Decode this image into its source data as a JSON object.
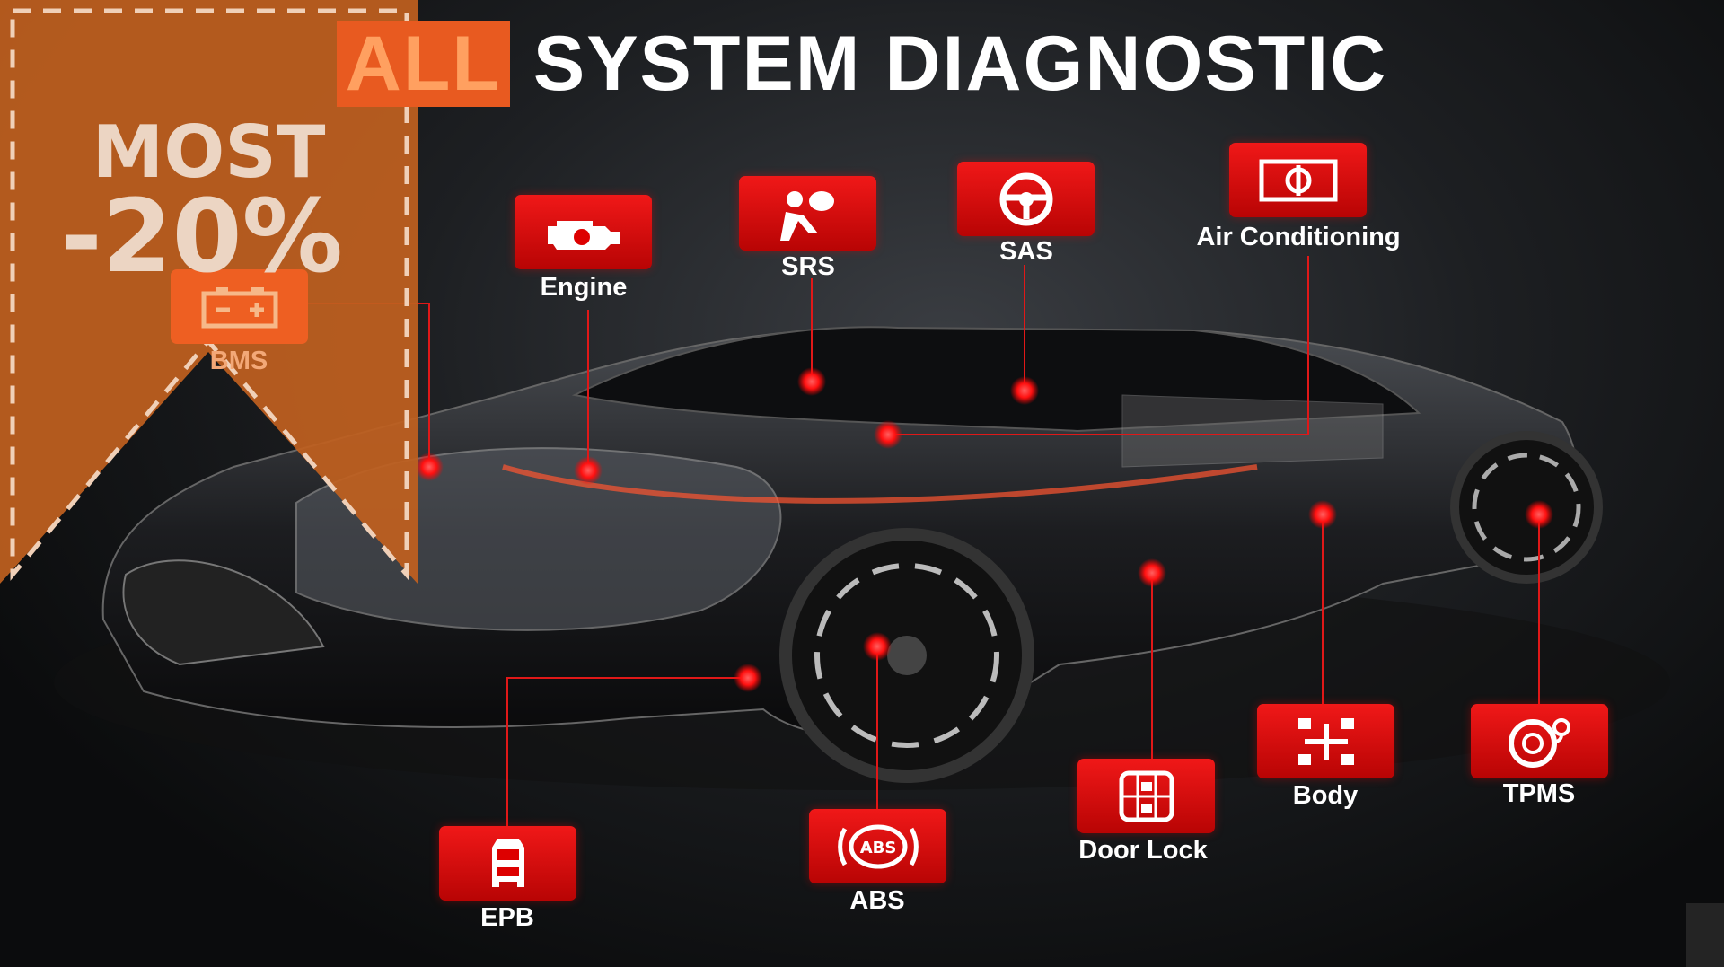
{
  "title": {
    "highlight": "ALL",
    "rest": "SYSTEM DIAGNOSTIC"
  },
  "promo": {
    "line1": "MOST",
    "line2": "-20%"
  },
  "systems": [
    {
      "label": "BMS",
      "icon": "battery-icon"
    },
    {
      "label": "Engine",
      "icon": "engine-icon"
    },
    {
      "label": "SRS",
      "icon": "airbag-icon"
    },
    {
      "label": "SAS",
      "icon": "steering-wheel-icon"
    },
    {
      "label": "Air Conditioning",
      "icon": "air-conditioning-icon"
    },
    {
      "label": "EPB",
      "icon": "parking-brake-car-icon"
    },
    {
      "label": "ABS",
      "icon": "abs-icon"
    },
    {
      "label": "Door Lock",
      "icon": "door-lock-icon"
    },
    {
      "label": "Body",
      "icon": "body-chassis-icon"
    },
    {
      "label": "TPMS",
      "icon": "tire-pressure-icon"
    }
  ],
  "colors": {
    "module_red": "#e01010",
    "promo_orange": "#c0601f",
    "dot_red": "#ff1a1a"
  }
}
